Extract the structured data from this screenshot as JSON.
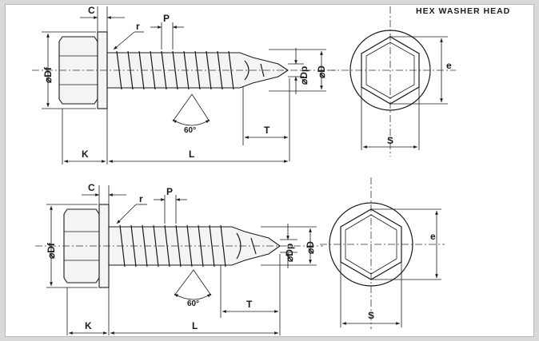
{
  "title": "HEX WASHER HEAD",
  "labels": {
    "c": "C",
    "r": "r",
    "p": "P",
    "df": "⌀Df",
    "dp": "⌀Dp",
    "d": "⌀D",
    "e": "e",
    "angle": "60°",
    "t": "T",
    "s": "S",
    "k": "K",
    "l": "L"
  },
  "colors": {
    "line": "#1a1a1a",
    "background": "#ffffff",
    "border": "#d9d9d9"
  }
}
